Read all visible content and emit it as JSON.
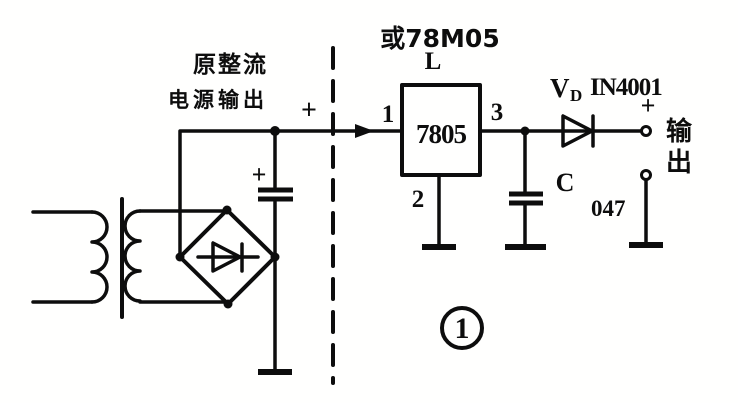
{
  "colors": {
    "ink": "#0d0d0d",
    "paper": "#ffffff"
  },
  "labels": {
    "pre_regulator_line1": "原整流",
    "pre_regulator_line2": "电源输出",
    "bus_plus": "+",
    "filter_cap_plus": "+",
    "alt_part": "或78M05",
    "regulator_series_letter": "L",
    "regulator_part": "7805",
    "pin1": "1",
    "pin2": "2",
    "pin3": "3",
    "diode_ref": "V",
    "diode_ref_subscript": "D",
    "diode_part": "IN4001",
    "output_plus": "+",
    "output_cap_ref": "C",
    "output_cap_value": "047",
    "output_label_char1": "输",
    "output_label_char2": "出",
    "figure_number": "1"
  },
  "symbols": {
    "transformer": "iron-core-transformer",
    "bridge": "bridge-rectifier-diamond",
    "filter_capacitor": "polarized-capacitor",
    "regulator": "7805-three-terminal-regulator-box",
    "diode": "rectifier-diode",
    "output_capacitor": "capacitor",
    "ground": "single-bar-ground",
    "boundary": "vertical-dashed-line",
    "flow_arrow": "right-arrowhead-on-wire",
    "terminals": "open-circle-output-terminals",
    "figure_badge": "circled-number"
  }
}
